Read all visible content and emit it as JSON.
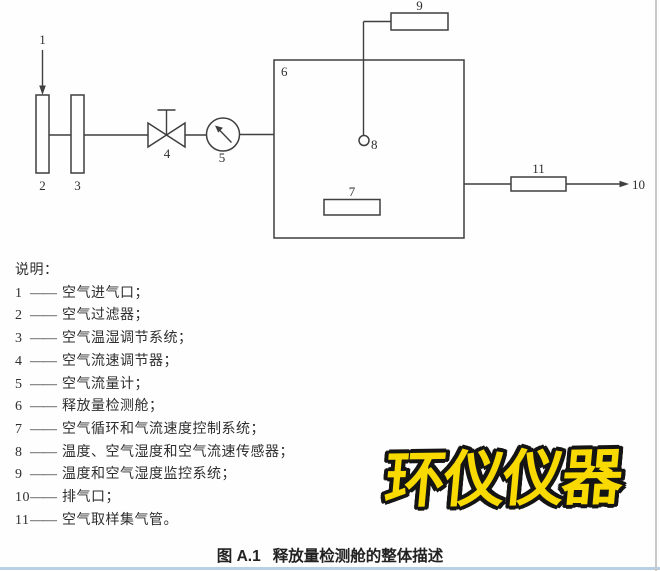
{
  "colors": {
    "watermark_fill": "#f8da00",
    "watermark_outline": "#141414",
    "diagram_line": "#3f3f3f",
    "text": "#2f2f2f",
    "bottom_rule": "#b9cfe3",
    "page_edge": "#c9c9c9"
  },
  "diagram": {
    "labels": {
      "n1": "1",
      "n2": "2",
      "n3": "3",
      "n4": "4",
      "n5": "5",
      "n6": "6",
      "n7": "7",
      "n8": "8",
      "n9": "9",
      "n10": "10",
      "n11": "11"
    }
  },
  "legend": {
    "heading": "说明：",
    "dash": "——",
    "items": [
      {
        "num": "1",
        "label": "空气进气口；"
      },
      {
        "num": "2",
        "label": "空气过滤器；"
      },
      {
        "num": "3",
        "label": "空气温湿调节系统；"
      },
      {
        "num": "4",
        "label": "空气流速调节器；"
      },
      {
        "num": "5",
        "label": "空气流量计；"
      },
      {
        "num": "6",
        "label": "释放量检测舱；"
      },
      {
        "num": "7",
        "label": "空气循环和气流速度控制系统；"
      },
      {
        "num": "8",
        "label": "温度、空气湿度和空气流速传感器；"
      },
      {
        "num": "9",
        "label": "温度和空气湿度监控系统；"
      },
      {
        "num": "10",
        "label": "排气口；"
      },
      {
        "num": "11",
        "label": "空气取样集气管。"
      }
    ]
  },
  "caption": {
    "figure_no": "图 A.1",
    "title": "释放量检测舱的整体描述"
  },
  "watermark": {
    "text": "环仪仪器"
  }
}
